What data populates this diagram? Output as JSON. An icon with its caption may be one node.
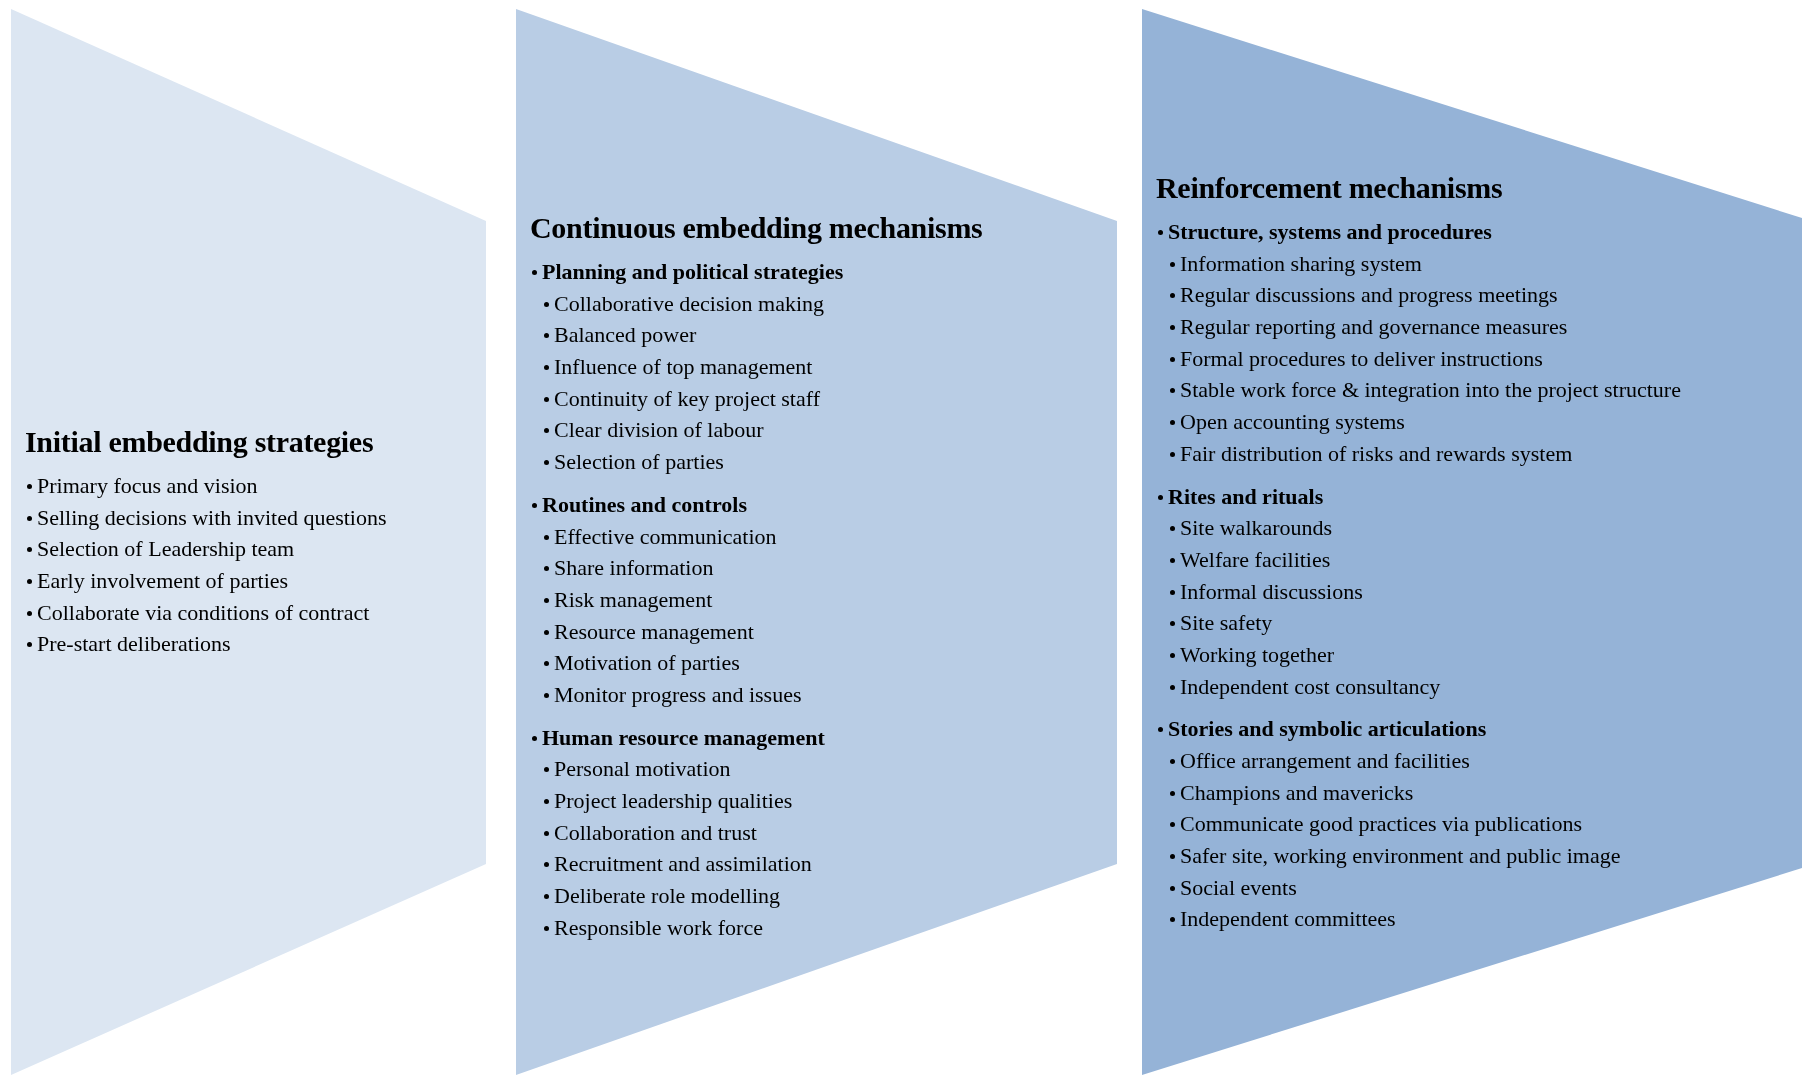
{
  "diagram": {
    "nodes": [
      {
        "text": [
          "Initial embedding strategies",
          "Primary focus and vision",
          "Selling decisions with invited questions",
          "Selection of Leadership team",
          "Early involvement of parties",
          "Collaborate via conditions of contract",
          "Pre-start deliberations"
        ]
      },
      {
        "text": [
          "Continuous embedding mechanisms"
        ]
      },
      {
        "text": [
          "Planning and political strategies",
          "Collaborative decision making",
          "Balanced power",
          "Influence of top management",
          "Continuity of key project staff",
          "Clear division of labour",
          "Selection of parties"
        ],
        "in": 1
      },
      {
        "text": [
          "Routines and controls",
          "Effective communication",
          "Share information",
          "Risk management",
          "Resource management",
          "Motivation of parties",
          "Monitor progress and issues"
        ],
        "in": 1
      },
      {
        "text": [
          "Human resource management",
          "Personal motivation",
          "Project leadership qualities",
          "Collaboration and trust",
          "Recruitment and assimilation",
          "Deliberate role modelling",
          "Responsible work force"
        ],
        "in": 1
      },
      {
        "text": [
          "Reinforcement mechanisms"
        ]
      },
      {
        "text": [
          "Structure, systems and procedures",
          "Information sharing system",
          "Regular discussions and progress meetings",
          "Regular reporting and governance measures",
          "Formal procedures to deliver instructions",
          "Stable work force & integration into the project structure",
          "Open accounting systems",
          "Fair distribution of risks and rewards system"
        ],
        "in": 5
      },
      {
        "text": [
          "Rites and rituals",
          "Site walkarounds",
          "Welfare facilities",
          "Informal discussions",
          "Site safety",
          "Working together",
          "Independent cost consultancy"
        ],
        "in": 5
      },
      {
        "text": [
          "Stories and symbolic articulations",
          "Office arrangement and facilities",
          "Champions and mavericks",
          "Communicate good practices via publications",
          "Safer site, working environment and public image",
          "Social events",
          "Independent committees"
        ],
        "in": 5
      }
    ]
  }
}
